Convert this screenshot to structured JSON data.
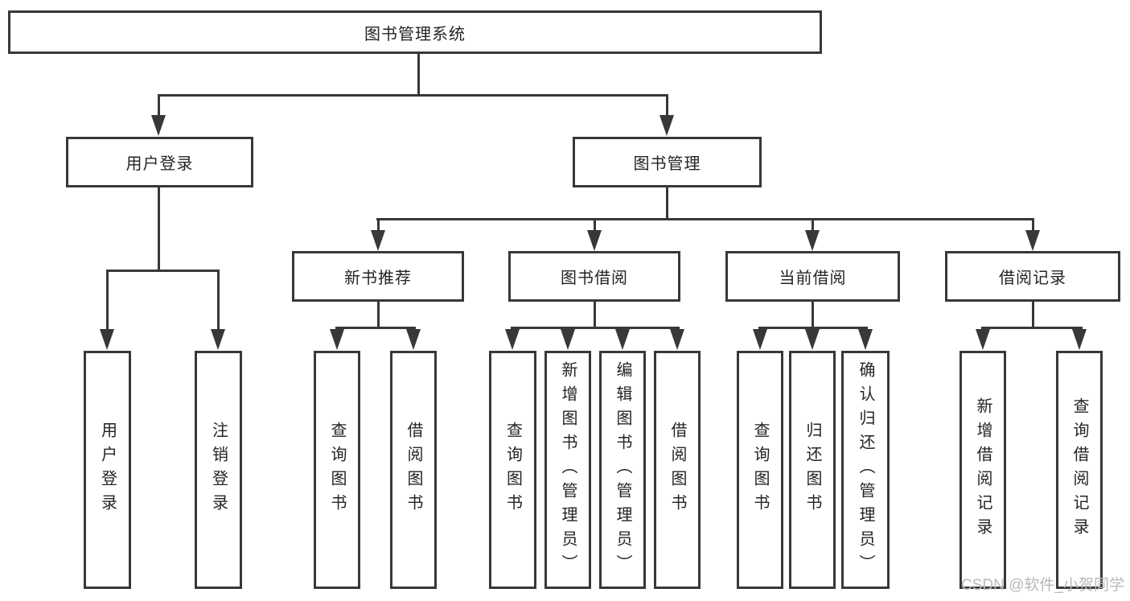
{
  "tree": {
    "label": "图书管理系统",
    "children": [
      {
        "label": "用户登录",
        "children": [
          {
            "label": "用户登录"
          },
          {
            "label": "注销登录"
          }
        ]
      },
      {
        "label": "图书管理",
        "children": [
          {
            "label": "新书推荐",
            "children": [
              {
                "label": "查询图书"
              },
              {
                "label": "借阅图书"
              }
            ]
          },
          {
            "label": "图书借阅",
            "children": [
              {
                "label": "查询图书"
              },
              {
                "label": "新增图书（管理员）"
              },
              {
                "label": "编辑图书（管理员）"
              },
              {
                "label": "借阅图书"
              }
            ]
          },
          {
            "label": "当前借阅",
            "children": [
              {
                "label": "查询图书"
              },
              {
                "label": "归还图书"
              },
              {
                "label": "确认归还（管理员）"
              }
            ]
          },
          {
            "label": "借阅记录",
            "children": [
              {
                "label": "新增借阅记录"
              },
              {
                "label": "查询借阅记录"
              }
            ]
          }
        ]
      }
    ]
  },
  "watermark": {
    "text": "CSDN @软件_小贺同学"
  },
  "colors": {
    "line": "#383838",
    "text": "#242424",
    "watermark": "#b9b9b9",
    "background": "#ffffff"
  }
}
